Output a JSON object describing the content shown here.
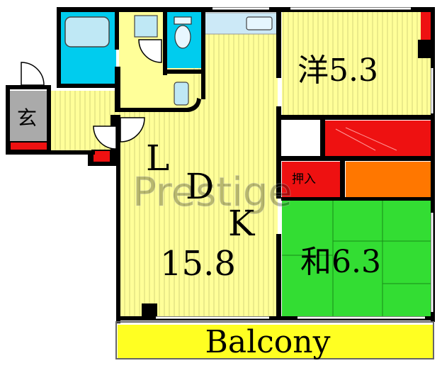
{
  "plan": {
    "rooms": {
      "ldk": {
        "letters": [
          "L",
          "D",
          "K"
        ],
        "area": "15.8"
      },
      "western": {
        "label": "洋5.3"
      },
      "japanese": {
        "label": "和6.3"
      },
      "entrance": {
        "label": "玄"
      },
      "closet": {
        "label": "押入"
      },
      "balcony": {
        "label": "Balcony"
      }
    },
    "watermark": "Prestige",
    "colors": {
      "floor_yellow": "#ffff99",
      "stripe": "#d9d97a",
      "wall": "#000000",
      "tatami_green": "#33dd33",
      "cyan": "#00ccee",
      "storage_red": "#ee1111",
      "closet_orange": "#ff7700",
      "entrance_gray": "#aaaaaa",
      "balcony_yellow": "#ffff22"
    }
  }
}
